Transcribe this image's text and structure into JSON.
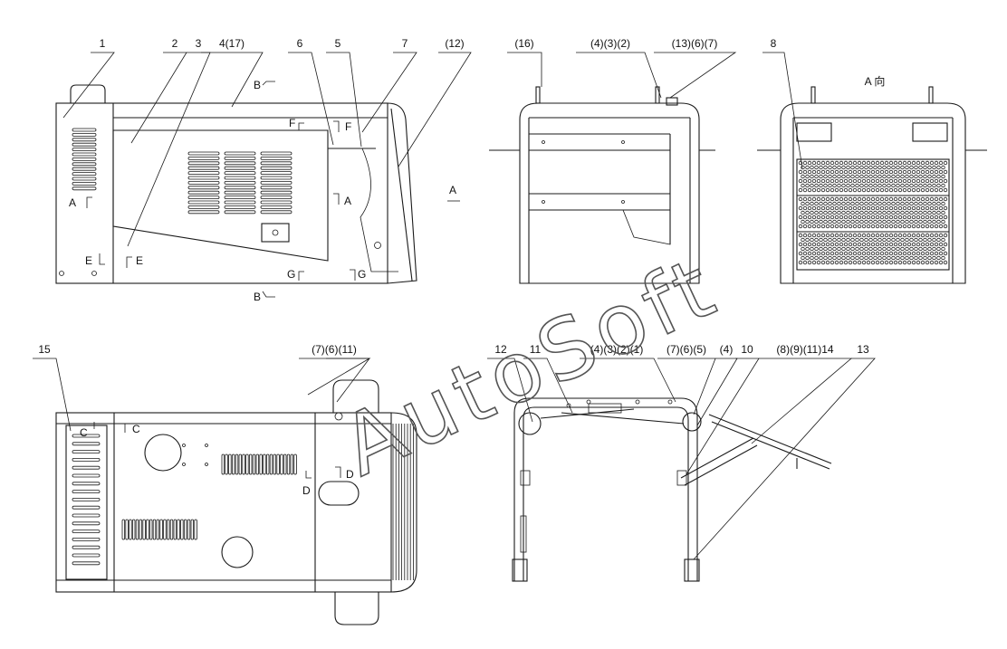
{
  "labels": {
    "l1": "1",
    "l2": "2",
    "l3": "3",
    "l4": "4(17)",
    "l5": "6",
    "l6": "5",
    "l7": "7",
    "l8": "(12)",
    "l9": "(16)",
    "l10": "(4)(3)(2)",
    "l11": "(13)(6)(7)",
    "l12": "8",
    "l13": "A 向",
    "l14": "15",
    "l15": "(7)(6)(11)",
    "l16": "12",
    "l17": "11",
    "l18": "(4)(3)(2)(1)",
    "l19": "(7)(6)(5)",
    "l20": "(4)",
    "l21": "10",
    "l22": "(8)(9)(11)14",
    "l23": "13"
  },
  "sections": {
    "s_a1": "A",
    "s_a2": "A",
    "s_a3": "A",
    "s_b1": "B",
    "s_b2": "B",
    "s_e1": "E",
    "s_e2": "E",
    "s_f1": "F",
    "s_f2": "F",
    "s_g1": "G",
    "s_g2": "G",
    "s_c1": "C",
    "s_c2": "C",
    "s_d1": "D",
    "s_d2": "D"
  },
  "watermark": "AutoSoft"
}
